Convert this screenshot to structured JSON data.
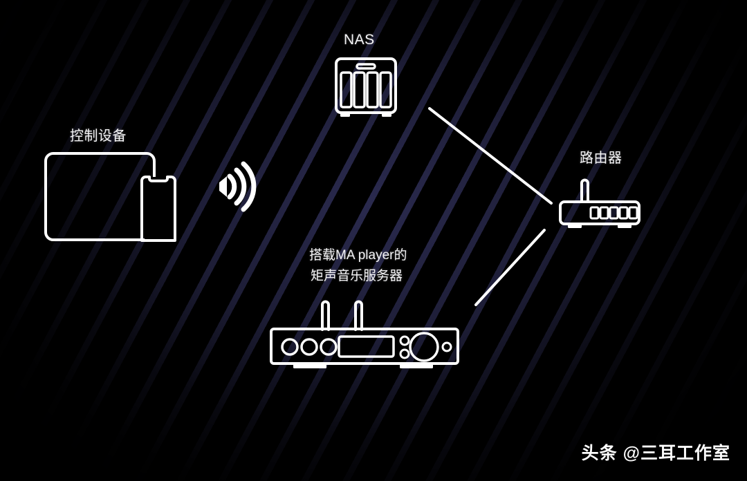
{
  "diagram": {
    "title": "Matrix Audio music server network topology",
    "background_color": "#000000",
    "stroke_color": "#ffffff",
    "pattern_color": "#2c2c52"
  },
  "nodes": {
    "nas": {
      "label": "NAS",
      "icon": "nas-enclosure-icon",
      "drive_bays": 4
    },
    "control_device": {
      "label": "控制设备",
      "icon": "tablet-and-phone-icon",
      "devices": [
        "tablet",
        "smartphone"
      ]
    },
    "router": {
      "label": "路由器",
      "icon": "router-icon",
      "antennas": 1,
      "port_indicators": 5
    },
    "music_server": {
      "label_line1": "搭载MA player的",
      "label_line2": "矩声音乐服务器",
      "icon": "audio-server-icon",
      "antennas": 2,
      "front_knobs": 3,
      "display_panel": 1,
      "volume_knob": 1
    },
    "wifi": {
      "icon": "wifi-signal-icon",
      "arcs": 3
    }
  },
  "connections": [
    {
      "name": "nas-to-router",
      "from": "nas",
      "to": "router",
      "style": "solid-line"
    },
    {
      "name": "router-to-server",
      "from": "router",
      "to": "music_server",
      "style": "solid-line"
    },
    {
      "name": "control-to-server-wireless",
      "from": "control_device",
      "to": "music_server",
      "style": "wifi"
    }
  ],
  "watermark": {
    "text": "头条 @三耳工作室"
  }
}
